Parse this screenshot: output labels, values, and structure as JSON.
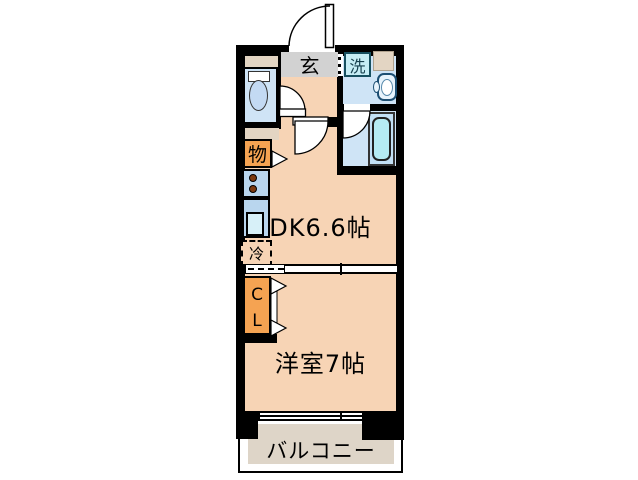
{
  "floorplan": {
    "type": "japanese-apartment-floor-plan",
    "rooms": {
      "entrance_label": "玄",
      "washing_machine_label": "洗",
      "storage_label": "物",
      "refrigerator_label": "冷",
      "closet_label_line1": "C",
      "closet_label_line2": "L",
      "dining_kitchen_label": "DK6.6帖",
      "western_room_label": "洋室7帖",
      "balcony_label": "バルコニー"
    },
    "colors": {
      "floor_peach": "#f7d4b5",
      "wet_area_blue": "#cfe4f6",
      "kitchen_unit_blue": "#b9d6ee",
      "sink_blue": "#d7f0f8",
      "bathtub_cyan": "#b5ebf3",
      "washer_box_fill": "#c6edf5",
      "washer_box_border": "#174f5f",
      "storage_orange": "#f5a352",
      "entrance_gray": "#d2d2d2",
      "shelf_beige": "#e3d5c3",
      "balcony_beige": "#ded5c8",
      "wall_black": "#000000",
      "burner_brown": "#7c3a10"
    }
  }
}
